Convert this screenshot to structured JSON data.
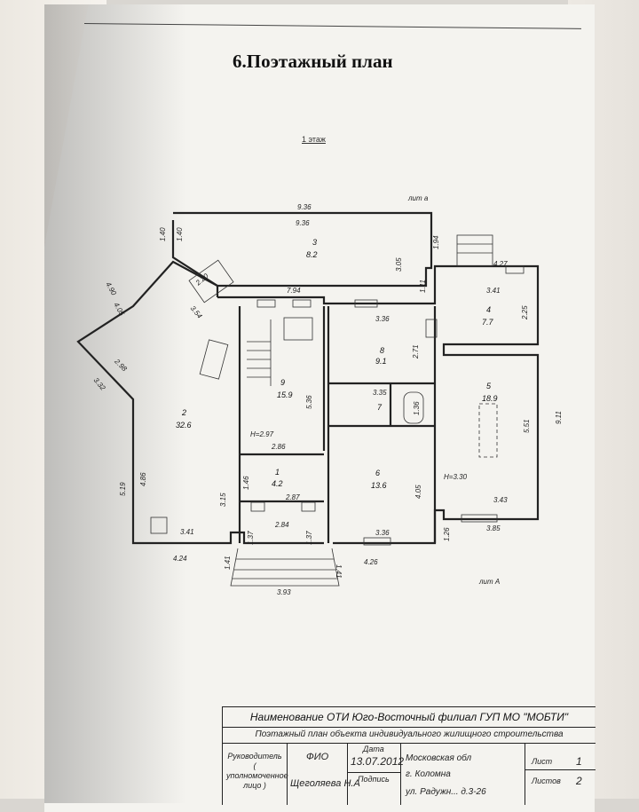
{
  "title": "6.Поэтажный план",
  "floor_label": "1 этаж",
  "lit_a_top": "лит а",
  "lit_a_bottom": "лит А",
  "rooms": [
    {
      "num": "1",
      "area": "4.2"
    },
    {
      "num": "2",
      "area": "32.6"
    },
    {
      "num": "3",
      "area": "8.2"
    },
    {
      "num": "4",
      "area": "7.7"
    },
    {
      "num": "5",
      "area": "18.9"
    },
    {
      "num": "6",
      "area": "13.6"
    },
    {
      "num": "7",
      "area": ""
    },
    {
      "num": "8",
      "area": "9.1"
    },
    {
      "num": "9",
      "area": "15.9"
    }
  ],
  "dims": {
    "d936a": "9.36",
    "d936b": "9.36",
    "d140a": "1.40",
    "d140b": "1.40",
    "d194": "1.94",
    "d305": "3.05",
    "d111": "1.11",
    "d427": "4.27",
    "d341a": "3.41",
    "d225": "2.25",
    "d794": "7.94",
    "d220": "2.20",
    "d354": "3.54",
    "d336a": "3.36",
    "d271": "2.71",
    "d335": "3.35",
    "d136": "1.36",
    "d536": "5.36",
    "d551": "5.51",
    "d911": "9.11",
    "d297": "H=2.97",
    "d286": "2.86",
    "d146": "1.46",
    "d287": "2.87",
    "d330": "H=3.30",
    "d343": "3.43",
    "d486": "4.86",
    "d519": "5.19",
    "d315": "3.15",
    "d341b": "3.41",
    "d424": "4.24",
    "d284": "2.84",
    "d137a": "1.37",
    "d137b": "1.37",
    "d405": "4.05",
    "d336b": "3.36",
    "d126": "1.26",
    "d385": "3.85",
    "d426": "4.26",
    "d141a": "1.41",
    "d141b": "1.41",
    "d393": "3.93",
    "d298": "2.98",
    "d332": "3.32",
    "d405b": "4.05",
    "d490": "4.90"
  },
  "stamp": {
    "header": "Наименование ОТИ Юго-Восточный филиал ГУП МО \"МОБТИ\"",
    "subheader": "Поэтажный план объекта индивидуального жилищного строительства",
    "role_label": "Руководитель ( уполномоченное лицо )",
    "fio_label": "ФИО",
    "fio_value": "Щеголяева Н.А",
    "date_label": "Дата",
    "date_value": "13.07.2012",
    "sign_label": "Подпись",
    "address1": "Московская обл",
    "address2": "г. Коломна",
    "address3": "ул. Радужн... д.3-26",
    "sheet_label": "Лист",
    "sheet_value": "1",
    "sheets_label": "Листов",
    "sheets_value": "2"
  }
}
